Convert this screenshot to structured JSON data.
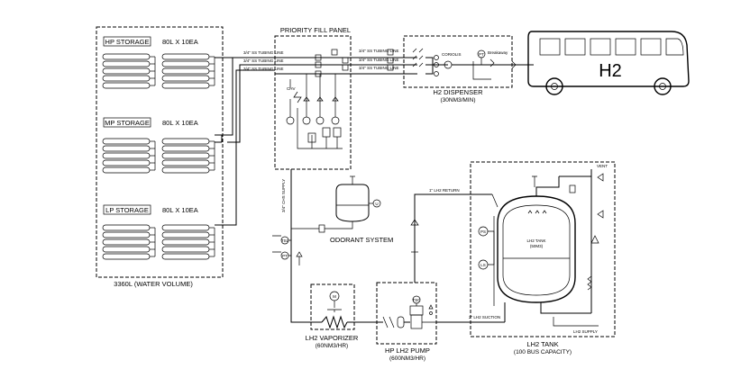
{
  "storage": {
    "hp_label": "HP STORAGE",
    "hp_spec": "80L X 10EA",
    "mp_label": "MP STORAGE",
    "mp_spec": "80L X 10EA",
    "lp_label": "LP STORAGE",
    "lp_spec": "80L X 10EA",
    "total": "3360L (WATER VOLUME)"
  },
  "pipes": {
    "tubing": "3/4\" SS TUBING LINE",
    "supply": "3/4\" CHS SUPPLY",
    "lh2_return": "1\" LH2 RETURN",
    "lh2_suction": "2\" LH2 SUCTION",
    "lh2_supply": "LH2 SUPPLY"
  },
  "panel": {
    "title": "PRIORITY FILL PANEL",
    "tag": "CHV"
  },
  "dispenser": {
    "title": "H2 DISPENSER",
    "capacity": "(30NM3/MIN)",
    "coriolis": "CORIOLIS",
    "nozzle": "Breakaway"
  },
  "bus": {
    "label": "H2"
  },
  "odorant": {
    "label": "ODORANT SYSTEM"
  },
  "vaporizer": {
    "title": "LH2 VAPORIZER",
    "capacity": "(60NM3/HR)"
  },
  "pump": {
    "title": "HP LH2 PUMP",
    "capacity": "(600NM3/HR)"
  },
  "tank": {
    "title": "LH2 TANK",
    "capacity": "(100 BUS CAPACITY)",
    "inner_label": "LH2 TANK",
    "inner_sub": "(50M3)",
    "vent": "VENT"
  },
  "instruments": {
    "pt": "PT",
    "tsl": "TSL",
    "tsc": "TSC",
    "ps": "PS",
    "ls": "LS",
    "m": "M",
    "u": "U"
  }
}
